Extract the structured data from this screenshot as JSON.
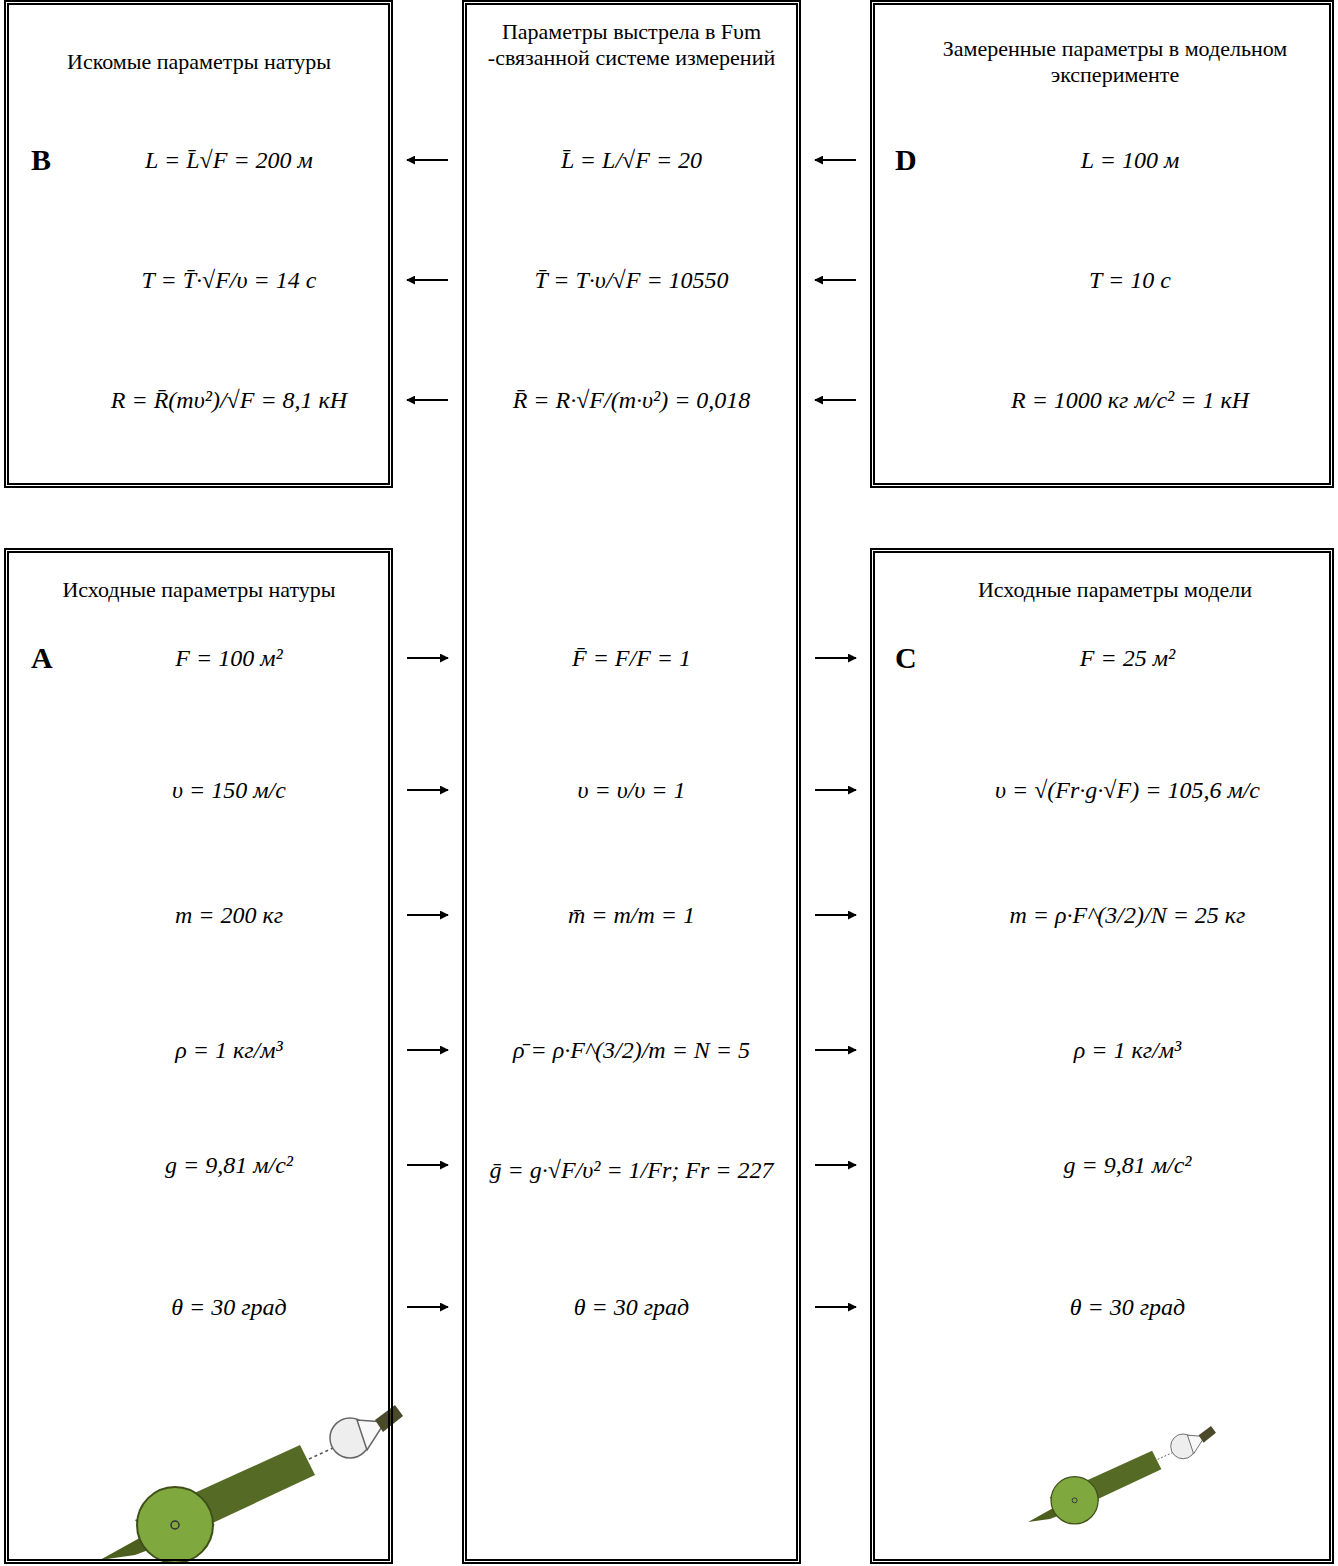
{
  "diagram": {
    "nodes": [
      {
        "text": [
          "Искомые параметры натуры",
          "B",
          "L = L̄√F = 200 м",
          "T = T̄·√F/υ = 14 с",
          "R = R̄(mυ²)/√F = 8,1 кН"
        ]
      },
      {
        "text": [
          "Параметры выстрела в Fυm -связанной системе измерений",
          "L̄ = L/√F = 20",
          "T̄ = T·υ/√F = 10550",
          "R̄ = R·√F/(m·υ²) = 0,018",
          "F̄ = F/F = 1",
          "υ = υ/υ = 1",
          "m̄ = m/m = 1",
          "ρ̄ = ρ·F^(3/2)/m = N = 5",
          "ḡ = g·√F/υ² = 1/Fr; Fr = 227",
          "θ = 30 град"
        ]
      },
      {
        "text": [
          "Замеренные параметры в модельном эксперименте",
          "D",
          "L = 100 м",
          "T = 10 с",
          "R = 1000 кг м/с² = 1 кН"
        ]
      },
      {
        "text": [
          "Исходные параметры натуры",
          "A",
          "F = 100 м²",
          "υ = 150 м/с",
          "m = 200 кг",
          "ρ = 1 кг/м³",
          "g = 9,81 м/с²",
          "θ = 30 град"
        ]
      },
      {
        "text": [
          "Исходные параметры модели",
          "C",
          "F = 25 м²",
          "υ = √(Fr·g·√F) = 105,6 м/с",
          "m = ρ·F^(3/2)/N = 25 кг",
          "ρ = 1 кг/м³",
          "g = 9,81 м/с²",
          "θ = 30 град"
        ]
      }
    ],
    "edges": [
      {
        "from": 2,
        "to": 1,
        "arrow": "to"
      },
      {
        "from": 2,
        "to": 1,
        "arrow": "to"
      },
      {
        "from": 2,
        "to": 1,
        "arrow": "to"
      },
      {
        "from": 1,
        "to": 0,
        "arrow": "to"
      },
      {
        "from": 1,
        "to": 0,
        "arrow": "to"
      },
      {
        "from": 1,
        "to": 0,
        "arrow": "to"
      },
      {
        "from": 3,
        "to": 1,
        "arrow": "to"
      },
      {
        "from": 3,
        "to": 1,
        "arrow": "to"
      },
      {
        "from": 3,
        "to": 1,
        "arrow": "to"
      },
      {
        "from": 3,
        "to": 1,
        "arrow": "to"
      },
      {
        "from": 3,
        "to": 1,
        "arrow": "to"
      },
      {
        "from": 3,
        "to": 1,
        "arrow": "to"
      },
      {
        "from": 1,
        "to": 4,
        "arrow": "to"
      },
      {
        "from": 1,
        "to": 4,
        "arrow": "to"
      },
      {
        "from": 1,
        "to": 4,
        "arrow": "to"
      },
      {
        "from": 1,
        "to": 4,
        "arrow": "to"
      },
      {
        "from": 1,
        "to": 4,
        "arrow": "to"
      },
      {
        "from": 1,
        "to": 4,
        "arrow": "to"
      }
    ]
  }
}
